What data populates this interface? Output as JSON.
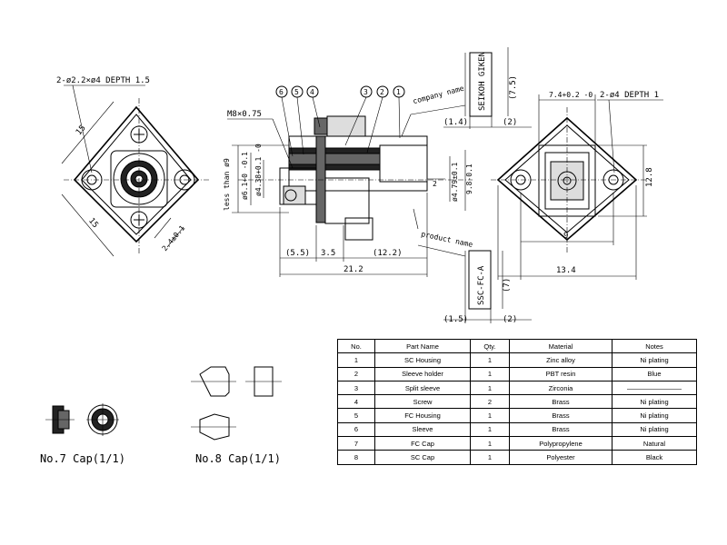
{
  "front_view": {
    "hole_note": "2-ø2.2×ø4 DEPTH 1.5",
    "dim_top": "15",
    "dim_bottom": "15",
    "dim_pitch": "2.4±0.1"
  },
  "side_view": {
    "balloons": [
      "6",
      "5",
      "4",
      "3",
      "2",
      "1"
    ],
    "thread": "M8×0.75",
    "company_label": "company name",
    "product_label": "product name",
    "dia_less_than": "less than ø9",
    "dia_6_1": "ø6.1+0 -0.1",
    "dia_4_38": "ø4.38+0.1 -0",
    "dia_4_79": "ø4.79±0.1",
    "dim_2": "2",
    "dim_9_8": "9.8-0.1",
    "dim_5_5": "(5.5)",
    "dim_3_5": "3.5",
    "dim_12_2": "(12.2)",
    "dim_21_2": "21.2"
  },
  "markings": {
    "company_text": "SEIKOH GIKEN",
    "product_text": "SSC-FC-A",
    "dim_7_5": "(7.5)",
    "dim_1_4": "(1.4)",
    "dim_2_top": "(2)",
    "dim_7": "(7)",
    "dim_1_5": "(1.5)",
    "dim_2_bottom": "(2)"
  },
  "rear_view": {
    "hole_note": "2-ø4 DEPTH 1",
    "dim_width": "7.4+0.2 -0",
    "dim_height": "12.8",
    "dim_9": "9",
    "dim_13_4": "13.4"
  },
  "caps": {
    "cap7_label": "No.7 Cap(1/1)",
    "cap8_label": "No.8 Cap(1/1)"
  },
  "parts_table": {
    "headers": [
      "No.",
      "Part Name",
      "Qty.",
      "Material",
      "Notes"
    ],
    "rows": [
      [
        "1",
        "SC Housing",
        "1",
        "Zinc alloy",
        "Ni plating"
      ],
      [
        "2",
        "Sleeve holder",
        "1",
        "PBT resin",
        "Blue"
      ],
      [
        "3",
        "Split sleeve",
        "1",
        "Zirconia",
        "――――――――"
      ],
      [
        "4",
        "Screw",
        "2",
        "Brass",
        "Ni plating"
      ],
      [
        "5",
        "FC Housing",
        "1",
        "Brass",
        "Ni plating"
      ],
      [
        "6",
        "Sleeve",
        "1",
        "Brass",
        "Ni plating"
      ],
      [
        "7",
        "FC Cap",
        "1",
        "Polypropylene",
        "Natural"
      ],
      [
        "8",
        "SC Cap",
        "1",
        "Polyester",
        "Black"
      ]
    ]
  }
}
